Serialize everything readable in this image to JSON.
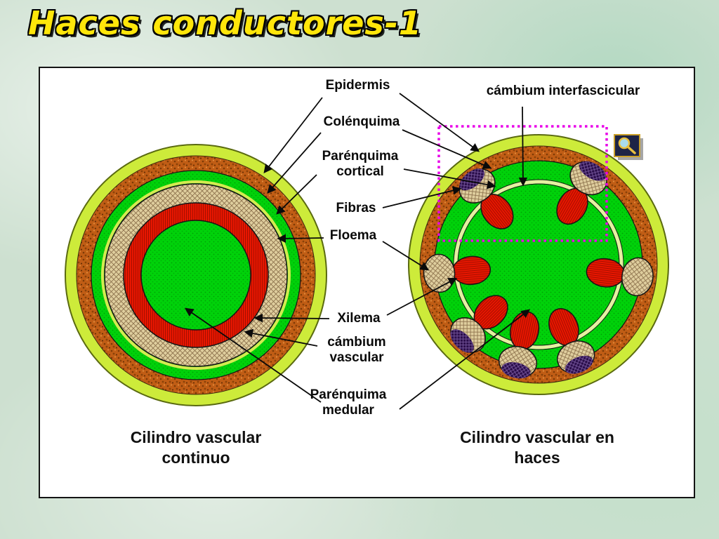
{
  "title": "Haces conductores-1",
  "labels": {
    "epidermis": "Epidermis",
    "colenquima": "Colénquima",
    "parenquima_cortical": "Parénquima cortical",
    "fibras": "Fibras",
    "floema": "Floema",
    "xilema": "Xilema",
    "cambium_vascular": "cámbium vascular",
    "parenquima_medular": "Parénquima medular",
    "cambium_interfascicular": "cámbium interfascicular"
  },
  "captions": {
    "left": "Cilindro vascular continuo",
    "right": "Cilindro vascular en haces"
  },
  "icons": {
    "zoom": "magnifier-icon"
  },
  "colors": {
    "title_text": "#ffe60a",
    "epidermis_ring": "#cdeb3a",
    "colenquima_ring": "#c05d15",
    "parenquima_green": "#00d20a",
    "floema_tan": "#dfce9e",
    "xilema_red": "#e81600",
    "fibras_purple": "#2a0e4a",
    "highlight_box": "#e800e8",
    "background": "#cde0d0",
    "panel": "#ffffff"
  }
}
